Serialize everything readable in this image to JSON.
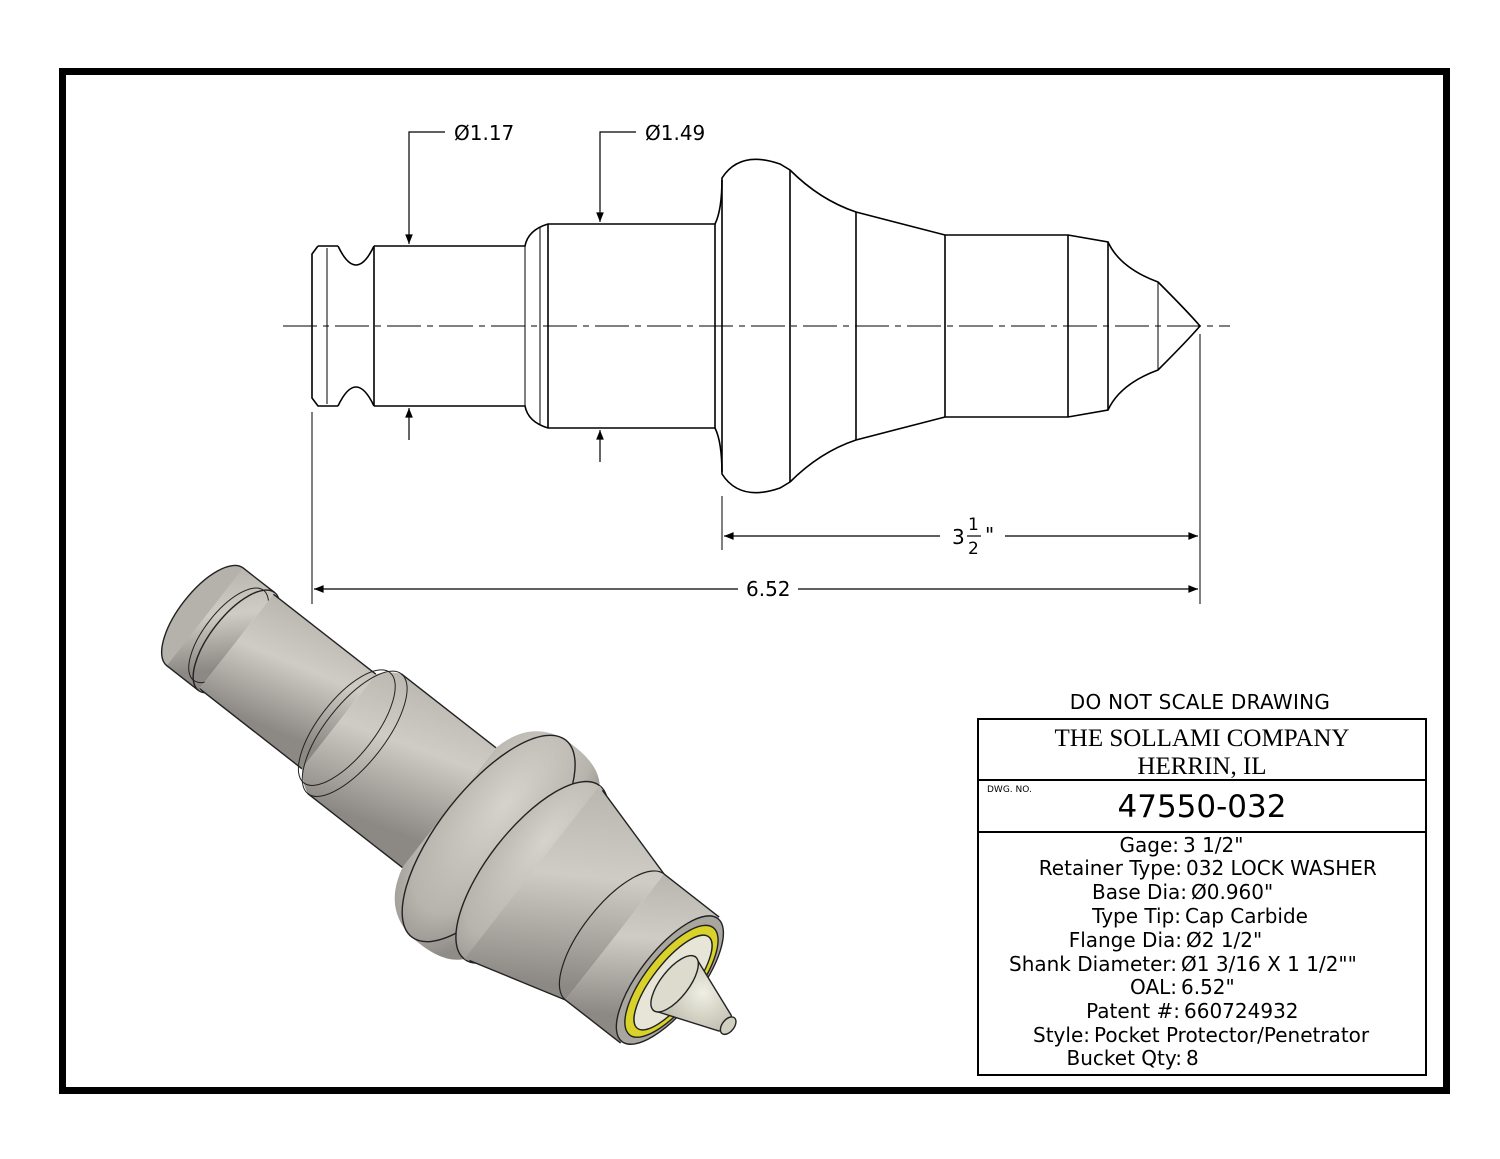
{
  "dimensions": {
    "dia_shank": "Ø1.17",
    "dia_body": "Ø1.49",
    "gage_whole": "3",
    "gage_frac_num": "1",
    "gage_frac_den": "2",
    "gage_unit": "\"",
    "overall_length": "6.52"
  },
  "note": "DO NOT SCALE DRAWING",
  "title_block": {
    "company_line1": "THE SOLLAMI COMPANY",
    "company_line2": "HERRIN, IL",
    "dwg_no_label": "DWG.  NO.",
    "dwg_no": "47550-032",
    "specs": [
      {
        "label": "Gage:",
        "value": "3 1/2\""
      },
      {
        "label": "Retainer Type:",
        "value": "032 LOCK WASHER"
      },
      {
        "label": "Base Dia:",
        "value": "Ø0.960\""
      },
      {
        "label": "Type Tip:",
        "value": "Cap Carbide"
      },
      {
        "label": "Flange Dia:",
        "value": "Ø2 1/2\""
      },
      {
        "label": "Shank Diameter:",
        "value": "Ø1 3/16 X 1 1/2\"\""
      },
      {
        "label": "OAL:",
        "value": "6.52\""
      },
      {
        "label": "Patent #:",
        "value": "660724932"
      },
      {
        "label": "Style:",
        "value": "Pocket Protector/Penetrator"
      },
      {
        "label": "Bucket Qty:",
        "value": "8"
      }
    ]
  },
  "colors": {
    "line": "#000000",
    "part_fill": "#c7c3bd",
    "part_shadow": "#8f8b86",
    "carbide_ring": "#d8d22a"
  }
}
